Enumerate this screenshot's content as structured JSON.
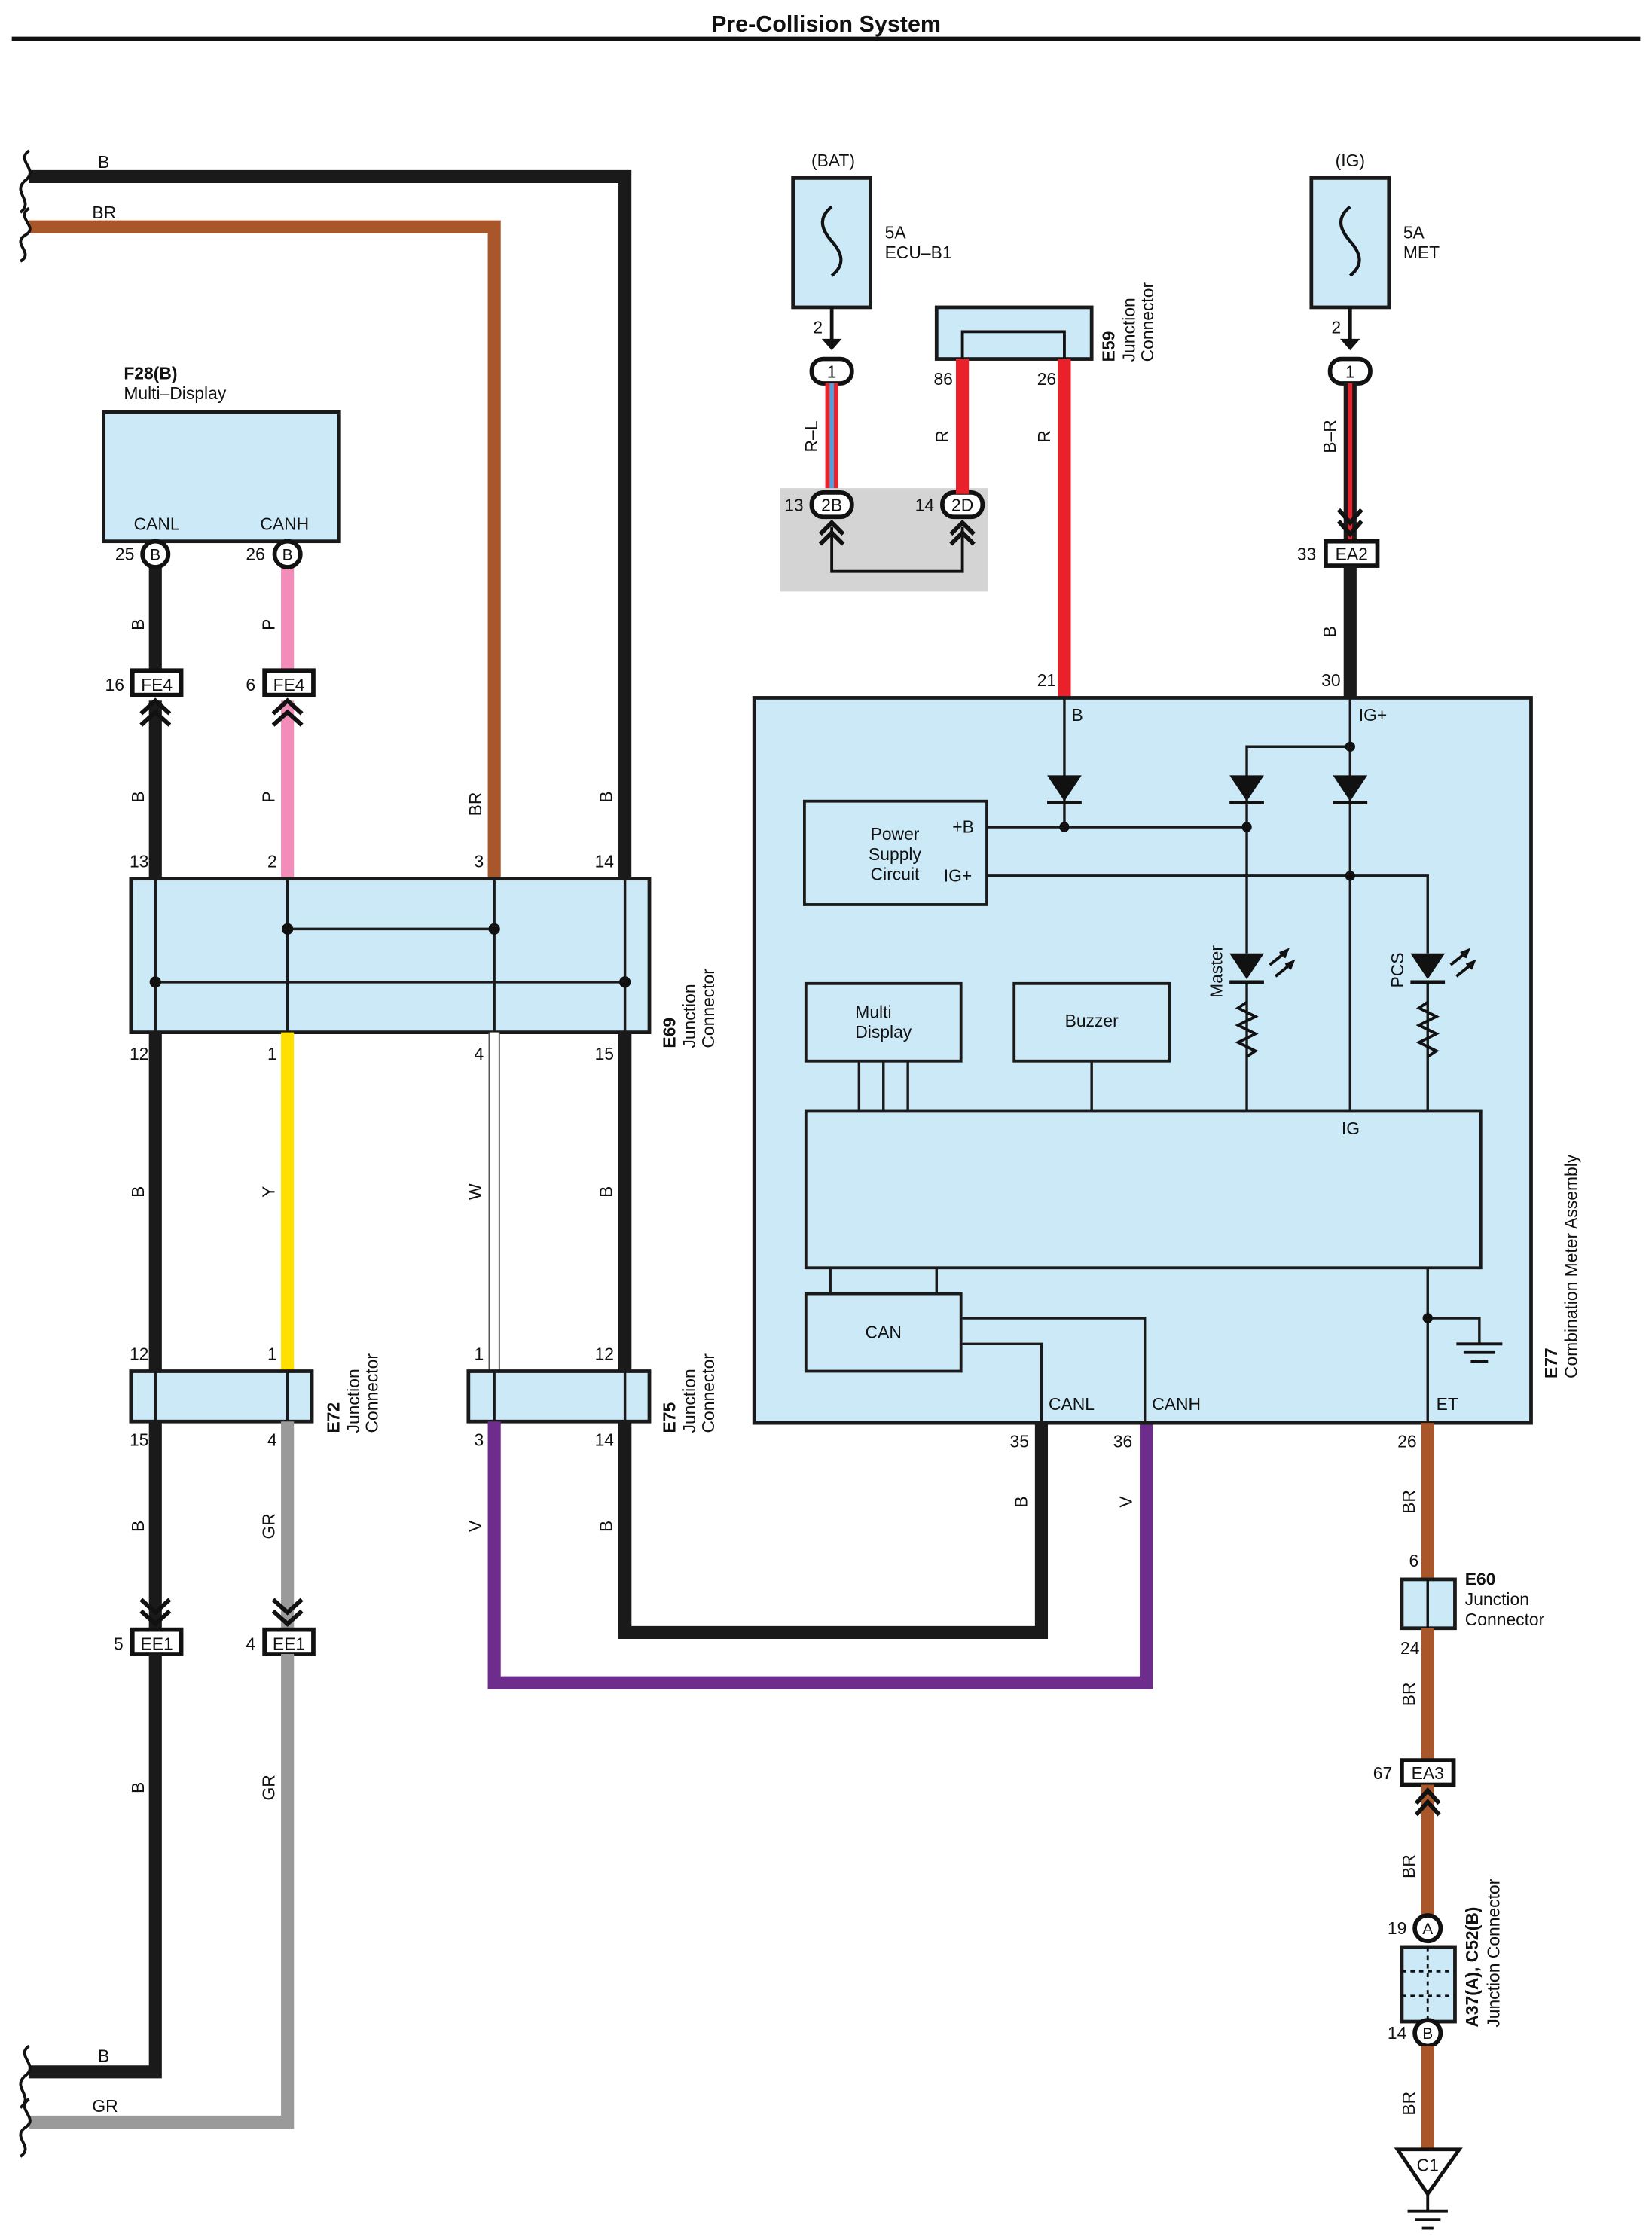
{
  "title": "Pre-Collision System",
  "colors": {
    "B": "#1a1a1a",
    "BR": "#a9572a",
    "P": "#f28cb8",
    "Y": "#ffe000",
    "W": "#ffffff",
    "GR": "#9a9a9a",
    "V": "#6e2c8c",
    "R": "#e8212b",
    "box": "#cce9f8",
    "shade": "#d4d4d4"
  },
  "incoming_wires": {
    "top_b": "B",
    "top_br": "BR",
    "bottom_b": "B",
    "bottom_gr": "GR"
  },
  "fuses": [
    {
      "source": "(BAT)",
      "amps": "5A",
      "name": "ECU–B1",
      "pin": "2",
      "conn_pin": "1",
      "wire": "R–L"
    },
    {
      "source": "(IG)",
      "amps": "5A",
      "name": "MET",
      "pin": "2",
      "conn_pin": "1",
      "wire": "B–R"
    }
  ],
  "bat_block": {
    "pin_left": "13",
    "label_left": "2B",
    "pin_right": "14",
    "label_right": "2D"
  },
  "e59": {
    "id": "E59",
    "desc_1": "Junction",
    "desc_2": "Connector",
    "pin_left": "86",
    "pin_right": "26",
    "wire_left": "R",
    "wire_right": "R"
  },
  "multi_display": {
    "id": "F28(B)",
    "name": "Multi–Display",
    "canl": "CANL",
    "canh": "CANH",
    "pin_canl": "25",
    "pin_canh": "26",
    "pin_letter": "B",
    "wire_canl": "B",
    "wire_canh": "P"
  },
  "fe4": [
    {
      "pin": "16",
      "label": "FE4",
      "wire_below": "B"
    },
    {
      "pin": "6",
      "label": "FE4",
      "wire_below": "P"
    }
  ],
  "e69": {
    "id": "E69",
    "desc_1": "Junction",
    "desc_2": "Connector",
    "top_pins": [
      "13",
      "2",
      "3",
      "14"
    ],
    "bottom_pins": [
      "12",
      "1",
      "4",
      "15"
    ],
    "top_wires": {
      "br": "BR",
      "b": "B"
    },
    "bottom_wires": [
      "B",
      "Y",
      "W",
      "B"
    ]
  },
  "e72": {
    "id": "E72",
    "desc_1": "Junction",
    "desc_2": "Connector",
    "top_pins": [
      "12",
      "1"
    ],
    "bottom_pins": [
      "15",
      "4"
    ],
    "wires_below": [
      "B",
      "GR"
    ]
  },
  "e75": {
    "id": "E75",
    "desc_1": "Junction",
    "desc_2": "Connector",
    "top_pins": [
      "1",
      "12"
    ],
    "bottom_pins": [
      "3",
      "14"
    ],
    "wires_below": [
      "V",
      "B"
    ]
  },
  "ee1": [
    {
      "pin": "5",
      "label": "EE1",
      "wire_below": "B"
    },
    {
      "pin": "4",
      "label": "EE1",
      "wire_below": "GR"
    }
  ],
  "ea2": {
    "pin": "33",
    "label": "EA2",
    "wire_below": "B"
  },
  "e77": {
    "id": "E77",
    "name": "Combination Meter Assembly",
    "pin_b": "21",
    "pin_igp": "30",
    "term_b": "B",
    "term_igp": "IG+",
    "psc_1": "Power",
    "psc_2": "Supply",
    "psc_3": "Circuit",
    "psc_pb": "+B",
    "psc_ig": "IG+",
    "md_1": "Multi",
    "md_2": "Display",
    "buzzer": "Buzzer",
    "master": "Master",
    "pcs": "PCS",
    "ig": "IG",
    "can": "CAN",
    "canl": "CANL",
    "canh": "CANH",
    "et": "ET",
    "pin_canl": "35",
    "pin_canh": "36",
    "pin_et": "26",
    "wire_canl": "B",
    "wire_canh": "V"
  },
  "e60": {
    "id": "E60",
    "desc_1": "Junction",
    "desc_2": "Connector",
    "wire_above": "BR",
    "pin_top": "6",
    "pin_bottom": "24",
    "wire_below": "BR"
  },
  "ea3": {
    "pin": "67",
    "label": "EA3",
    "wire_below": "BR"
  },
  "a37": {
    "id": "A37(A), C52(B)",
    "desc": "Junction Connector",
    "pin_top": "19",
    "letter_top": "A",
    "pin_bottom": "14",
    "letter_bottom": "B",
    "wire_below": "BR"
  },
  "ground": {
    "label": "C1"
  }
}
